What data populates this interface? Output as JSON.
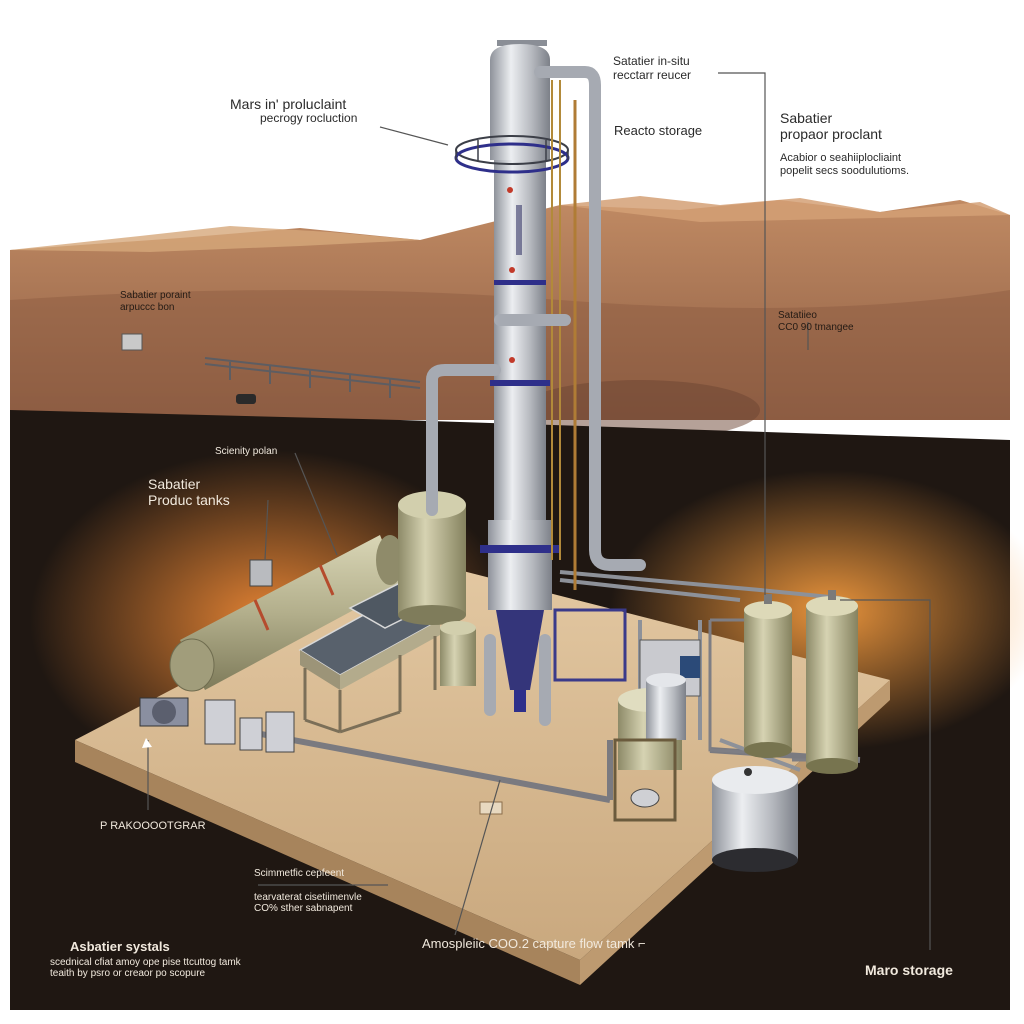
{
  "labels": {
    "top_left": {
      "line1": "Mars in' proluclaint",
      "line2": "pecrogy rocluction"
    },
    "top_center": {
      "line1": "Satatier in-situ",
      "line2": "recctarr reucer"
    },
    "reacto_storage": "Reacto storage",
    "top_right": {
      "line1": "Sabatier",
      "line2": "propaor proclant",
      "line3": "Acabior o seahiiplocliaint",
      "line4": "popelit secs soodulutioms."
    },
    "mid_left": {
      "line1": "Sabatier poraint",
      "line2": "arpuccc bon"
    },
    "mid_right": {
      "line1": "Satatiieo",
      "line2": "CC0 90 tmangee"
    },
    "scienity_polan": "Scienity polan",
    "product_tanks": {
      "line1": "Sabatier",
      "line2": "Produc tanks"
    },
    "left_ground": "P RAKOOOOTGRAR",
    "scientific": {
      "line1": "Scimmetfic cepfeent",
      "line2": "tearvaterat cisetiimenvle",
      "line3": "CO% sther sabnapent"
    },
    "bottom_left": {
      "line1": "Asbatier systals",
      "line2": "scednical cfiat amoy ope pise ttcuttog tamk",
      "line3": "teaith by psro or creaor po scopure"
    },
    "bottom_center": "Amospleiic COO.2 capture flow tamk ⌐",
    "bottom_right": "Maro storage"
  },
  "colors": {
    "sky": "#ffffff",
    "mars_ground": "#9a6a4c",
    "mars_dune": "#c48d62",
    "dark_bg": "#1f1712",
    "glow": "#e87a2a",
    "platform": "#d8b88e",
    "tower_metal": "#b9bcc2",
    "tank_olive": "#b4b08c",
    "accent_blue": "#2e2f8a"
  }
}
